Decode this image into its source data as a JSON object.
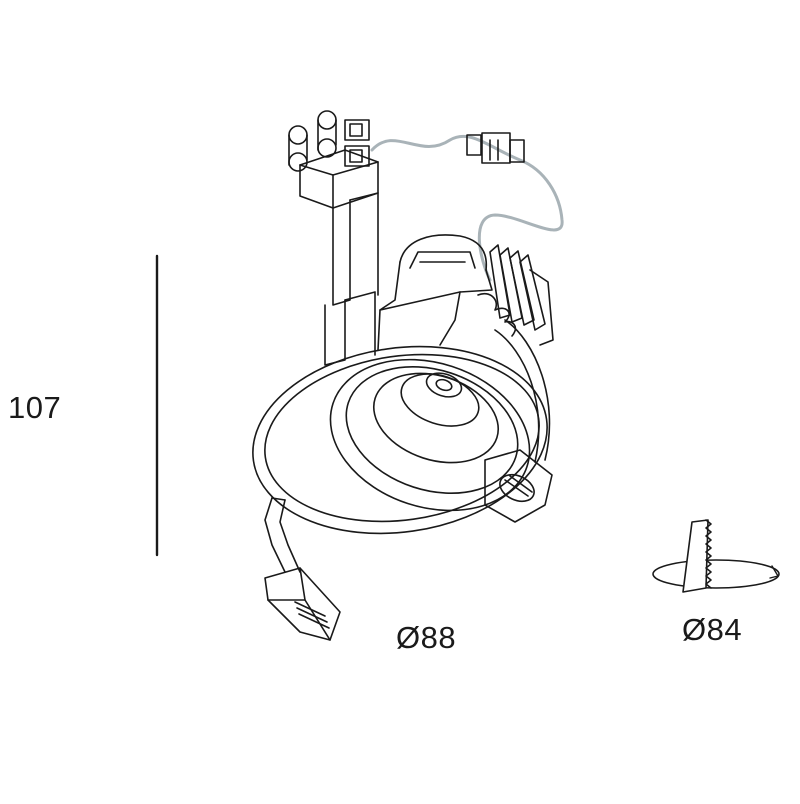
{
  "dimensions": {
    "height": "107",
    "outer_diameter": "Ø88",
    "cutout_diameter": "Ø84"
  },
  "colors": {
    "line": "#1a1a1a",
    "wire": "#a9b3b8",
    "background": "#ffffff"
  }
}
